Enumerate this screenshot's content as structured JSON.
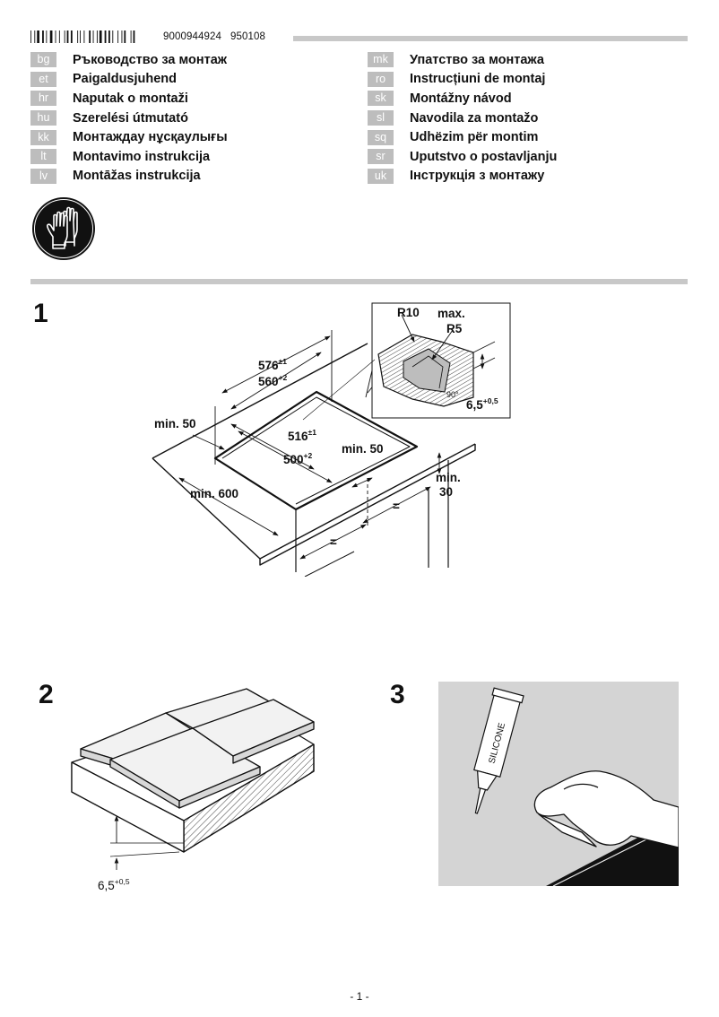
{
  "header": {
    "article_number": "9000944924",
    "print_code": "950108"
  },
  "languages_left": [
    {
      "code": "bg",
      "title": "Ръководство за монтаж"
    },
    {
      "code": "et",
      "title": "Paigaldusjuhend"
    },
    {
      "code": "hr",
      "title": "Naputak o montaži"
    },
    {
      "code": "hu",
      "title": "Szerelési útmutató"
    },
    {
      "code": "kk",
      "title": "Монтаждау нұсқаулығы"
    },
    {
      "code": "lt",
      "title": "Montavimo instrukcija"
    },
    {
      "code": "lv",
      "title": "Montāžas instrukcija"
    }
  ],
  "languages_right": [
    {
      "code": "mk",
      "title": "Упатство за монтажа"
    },
    {
      "code": "ro",
      "title": "Instrucțiuni de montaj"
    },
    {
      "code": "sk",
      "title": "Montážny návod"
    },
    {
      "code": "sl",
      "title": "Navodila za montažo"
    },
    {
      "code": "sq",
      "title": "Udhëzim për montim"
    },
    {
      "code": "sr",
      "title": "Uputstvo o postavljanju"
    },
    {
      "code": "uk",
      "title": "Інструкція з монтажу"
    }
  ],
  "icons": {
    "safety": "protective-gloves-icon"
  },
  "step1": {
    "number": "1",
    "dim_576": "576",
    "dim_576_tol": "±1",
    "dim_560": "560",
    "dim_560_tol": "+2",
    "dim_516": "516",
    "dim_516_tol": "±1",
    "dim_500": "500",
    "dim_500_tol": "+2",
    "min50_left": "min. 50",
    "min50_right": "min. 50",
    "min600": "min. 600",
    "min30_a": "min.",
    "min30_b": "30",
    "equal_a": "=",
    "equal_b": "=",
    "detail_r10": "R10",
    "detail_max": "max.",
    "detail_r5": "R5",
    "detail_angle": "90°",
    "detail_depth": "6,5",
    "detail_depth_tol": "+0,5"
  },
  "step2": {
    "number": "2",
    "depth": "6,5",
    "depth_tol": "+0,5"
  },
  "step3": {
    "number": "3",
    "tube_label": "SILICONE"
  },
  "footer": {
    "page": "- 1 -"
  }
}
